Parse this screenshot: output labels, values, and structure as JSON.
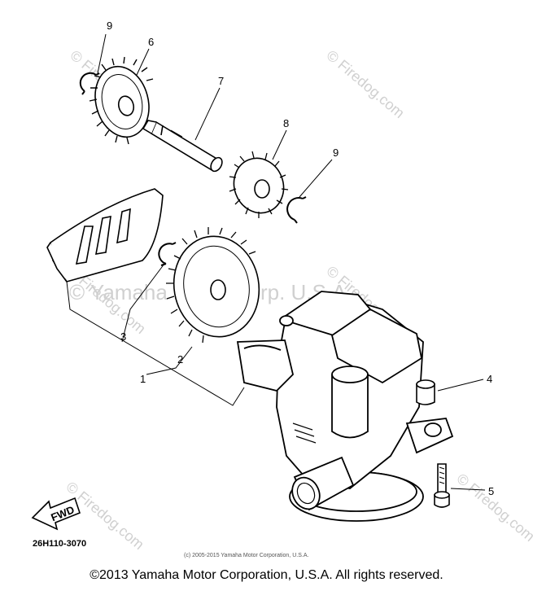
{
  "callouts": {
    "c1": "1",
    "c2": "2",
    "c3": "3",
    "c4": "4",
    "c5": "5",
    "c6": "6",
    "c7": "7",
    "c8": "8",
    "c9a": "9",
    "c9b": "9"
  },
  "part_code": "26H110-3070",
  "fwd_label": "FWD",
  "watermark": {
    "main": "© Yamaha Motor Corp. U.S.A.",
    "site": "© Firedog.com",
    "small": "(c) 2005-2015 Yamaha Motor Corporation, U.S.A."
  },
  "copyright": "©2013 Yamaha Motor Corporation, U.S.A. All rights reserved."
}
